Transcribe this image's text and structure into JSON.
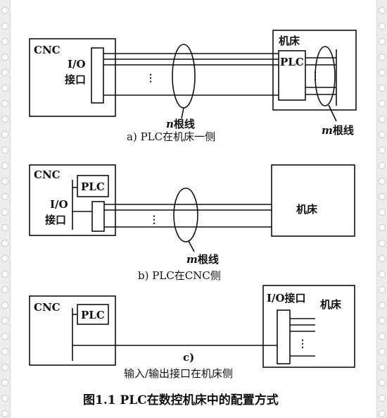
{
  "a": {
    "cnc": "CNC",
    "io_line1": "I/O",
    "io_line2": "接口",
    "machine": "机床",
    "plc": "PLC",
    "n_var": "n",
    "n_suffix": "根线",
    "m_var": "m",
    "m_suffix": "根线",
    "caption": "a) PLC在机床一侧",
    "dots": "⋮"
  },
  "b": {
    "cnc": "CNC",
    "plc": "PLC",
    "io_line1": "I/O",
    "io_line2": "接口",
    "machine": "机床",
    "m_var": "m",
    "m_suffix": "根线",
    "caption": "b) PLC在CNC侧",
    "dots": "⋮"
  },
  "c": {
    "cnc": "CNC",
    "plc": "PLC",
    "io_machine_label": "I/O接口",
    "machine": "机床",
    "label": "c)",
    "caption": "输入/输出接口在机床侧",
    "dots": "⋮"
  },
  "figure_title": "图1.1 PLC在数控机床中的配置方式"
}
